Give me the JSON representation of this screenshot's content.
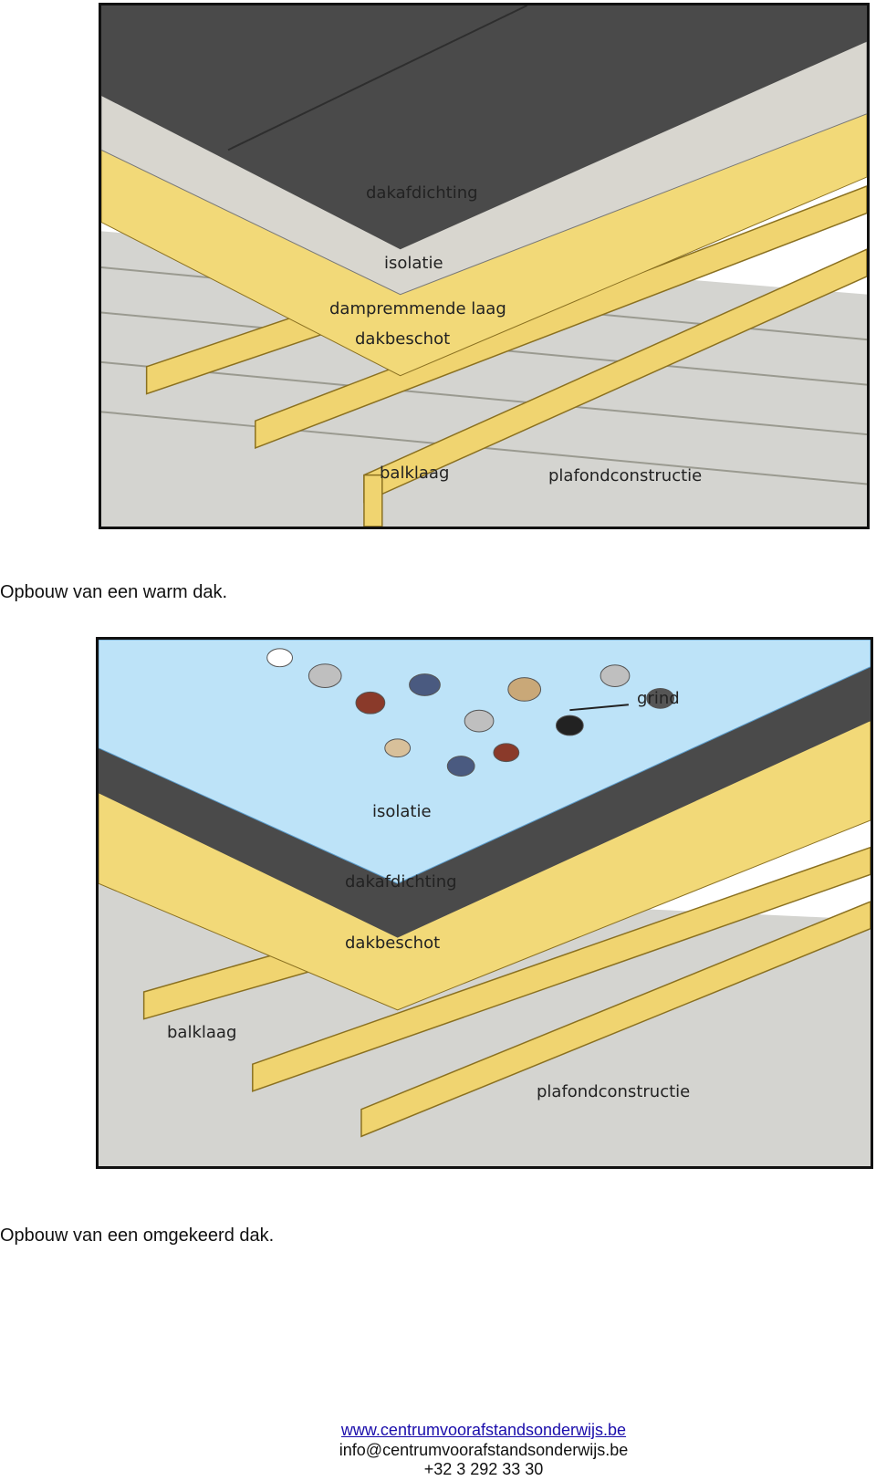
{
  "figures": [
    {
      "caption": "Opbouw van een warm dak.",
      "labels": {
        "dakafdichting": "dakafdichting",
        "isolatie": "isolatie",
        "dampremmende_laag": "dampremmende laag",
        "dakbeschot": "dakbeschot",
        "balklaag": "balklaag",
        "plafondconstructie": "plafondconstructie"
      }
    },
    {
      "caption": "Opbouw van een omgekeerd dak.",
      "labels": {
        "grind": "grind",
        "isolatie": "isolatie",
        "dakafdichting": "dakafdichting",
        "dakbeschot": "dakbeschot",
        "balklaag": "balklaag",
        "plafondconstructie": "plafondconstructie"
      }
    }
  ],
  "colors": {
    "membrane": "#4a4a4a",
    "insulation_warm": "#d8d6cf",
    "insulation_inverted": "#bde3f8",
    "timber": "#f0d470",
    "timber_dark": "#d9b84a",
    "ceiling": "#d4d4d0"
  },
  "footer": {
    "website": "www.centrumvoorafstandsonderwijs.be",
    "email": "info@centrumvoorafstandsonderwijs.be",
    "phone": "+32 3 292 33 30"
  }
}
